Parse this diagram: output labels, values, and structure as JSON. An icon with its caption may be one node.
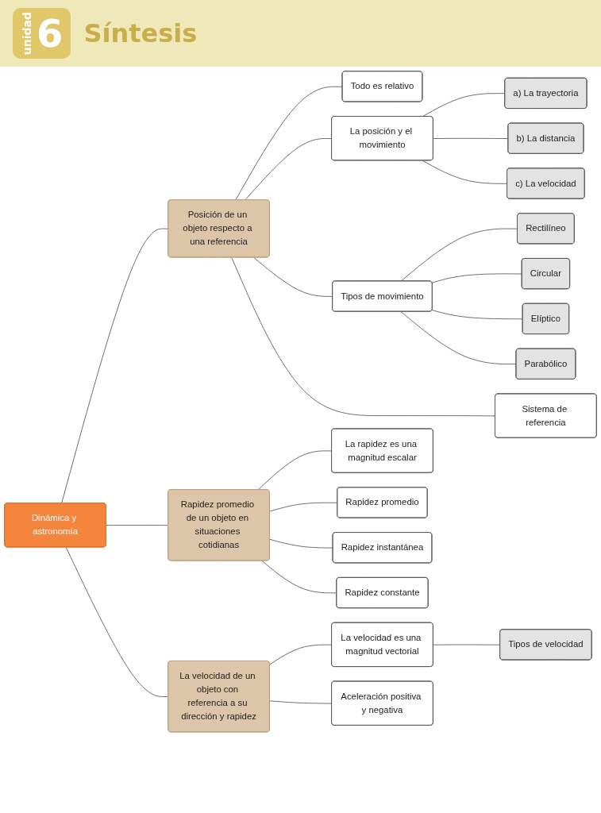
{
  "diagram": {
    "title": "Síntesis",
    "nodes": [
      {
        "text": [
          "Dinámica y astronomía"
        ]
      },
      {
        "text": [
          "Posición de un objeto respecto a una referencia"
        ]
      },
      {
        "text": [
          "Rapidez promedio de un objeto en situaciones cotidianas"
        ]
      },
      {
        "text": [
          "La velocidad de un objeto con referencia a su dirección y rapidez"
        ]
      },
      {
        "text": [
          "Todo es relativo"
        ]
      },
      {
        "text": [
          "La posición y el movimiento"
        ]
      },
      {
        "text": [
          "a) La trayectoria"
        ]
      },
      {
        "text": [
          "b) La distancia"
        ]
      },
      {
        "text": [
          "c) La velocidad"
        ]
      },
      {
        "text": [
          "Tipos de movimiento"
        ]
      },
      {
        "text": [
          "Rectilíneo"
        ]
      },
      {
        "text": [
          "Circular"
        ]
      },
      {
        "text": [
          "Elíptico"
        ]
      },
      {
        "text": [
          "Parabólico"
        ]
      },
      {
        "text": [
          "Sistema de referencia"
        ]
      },
      {
        "text": [
          "La rapidez es una magnitud escalar"
        ]
      },
      {
        "text": [
          "Rapidez promedio"
        ]
      },
      {
        "text": [
          "Rapidez instantánea"
        ]
      },
      {
        "text": [
          "Rapidez constante"
        ]
      },
      {
        "text": [
          "La velocidad es una magnitud vectorial"
        ]
      },
      {
        "text": [
          "Tipos de velocidad"
        ]
      },
      {
        "text": [
          "Aceleración positiva y negativa"
        ]
      }
    ],
    "edges": [
      {
        "from": 0,
        "to": 1,
        "arrow": "none"
      },
      {
        "from": 0,
        "to": 2,
        "arrow": "none"
      },
      {
        "from": 0,
        "to": 3,
        "arrow": "none"
      },
      {
        "from": 1,
        "to": 4,
        "arrow": "none"
      },
      {
        "from": 1,
        "to": 5,
        "arrow": "none"
      },
      {
        "from": 5,
        "to": 6,
        "arrow": "none"
      },
      {
        "from": 5,
        "to": 7,
        "arrow": "none"
      },
      {
        "from": 5,
        "to": 8,
        "arrow": "none"
      },
      {
        "from": 1,
        "to": 9,
        "arrow": "none"
      },
      {
        "from": 9,
        "to": 10,
        "arrow": "none"
      },
      {
        "from": 9,
        "to": 11,
        "arrow": "none"
      },
      {
        "from": 9,
        "to": 12,
        "arrow": "none"
      },
      {
        "from": 9,
        "to": 13,
        "arrow": "none"
      },
      {
        "from": 1,
        "to": 14,
        "arrow": "none"
      },
      {
        "from": 2,
        "to": 15,
        "arrow": "none"
      },
      {
        "from": 2,
        "to": 16,
        "arrow": "none"
      },
      {
        "from": 2,
        "to": 17,
        "arrow": "none"
      },
      {
        "from": 2,
        "to": 18,
        "arrow": "none"
      },
      {
        "from": 3,
        "to": 19,
        "arrow": "none"
      },
      {
        "from": 19,
        "to": 20,
        "arrow": "none"
      },
      {
        "from": 3,
        "to": 21,
        "arrow": "none"
      }
    ],
    "labels": [
      "unidad",
      "6"
    ]
  }
}
